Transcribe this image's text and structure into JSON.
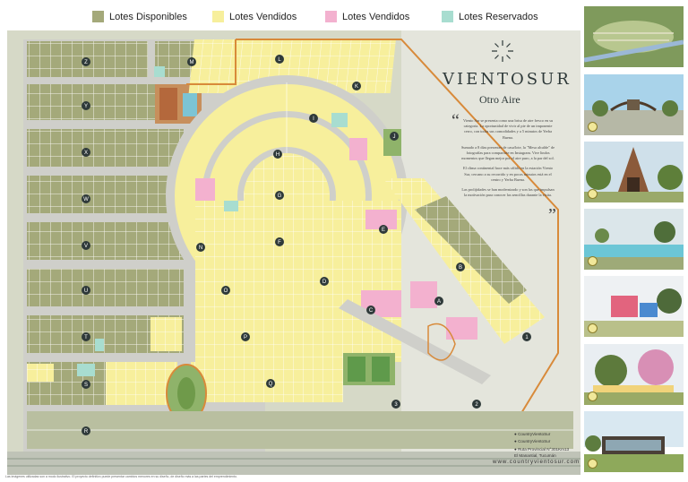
{
  "legend": {
    "items": [
      {
        "label": "Lotes Disponibles",
        "color": "#a4a97a"
      },
      {
        "label": "Lotes Vendidos",
        "color": "#f7ef9c"
      },
      {
        "label": "Lotes Vendidos",
        "color": "#f3b1cf"
      },
      {
        "label": "Lotes Reservados",
        "color": "#a8ddd0"
      }
    ]
  },
  "brand": {
    "name": "VIENTOSUR",
    "tagline": "Otro Aire"
  },
  "description": [
    "Viento Sur se presenta como una brisa de aire fresco en su categoría. La oportunidad de vivir al pie de un imponente cerro, con todas sus comodidades y a 5 minutos de Yerba Buena.",
    "Sumado a 8 días presentes de casa/lote, la \"Mesa alcalde\" de fotografías para compartirte en Instagram. Vive lindos momentos que llegan mejor por el aire puro, a la par del sol.",
    "El clima continental hace más cálido en la estación Viento Sur, cercano a su recorrido y en pocos minutos está en el centro y Yerba Buena.",
    "Las prolijidades se han modernizado y son las que impulsan la motivación para conocer las sencillas durante la visita."
  ],
  "contact": {
    "facebook": "CountryVientoSur",
    "instagram": "CountryVientoSur",
    "address_line1": "Ruta Provincial N°301Km13",
    "address_line2": "El Manantial, Tucumán",
    "website": "www.countryvientosur.com"
  },
  "footnote": "Las imágenes utilizadas son a modo ilustrativo. El proyecto definitivo puede presentar cambios menores en su diseño, de diseño más a las partes del emprendimiento.",
  "map": {
    "sector_labels": [
      "Z",
      "M",
      "L",
      "Y",
      "I",
      "K",
      "J",
      "H",
      "X",
      "G",
      "W",
      "E",
      "F",
      "V",
      "N",
      "D",
      "B",
      "U",
      "O",
      "C",
      "A",
      "T",
      "P",
      "S",
      "Q",
      "R",
      "1",
      "2",
      "3"
    ],
    "sidebar_photos": [
      "aerial-view",
      "entrance-gate",
      "chapel",
      "pool",
      "playground",
      "garden",
      "clubhouse"
    ]
  }
}
